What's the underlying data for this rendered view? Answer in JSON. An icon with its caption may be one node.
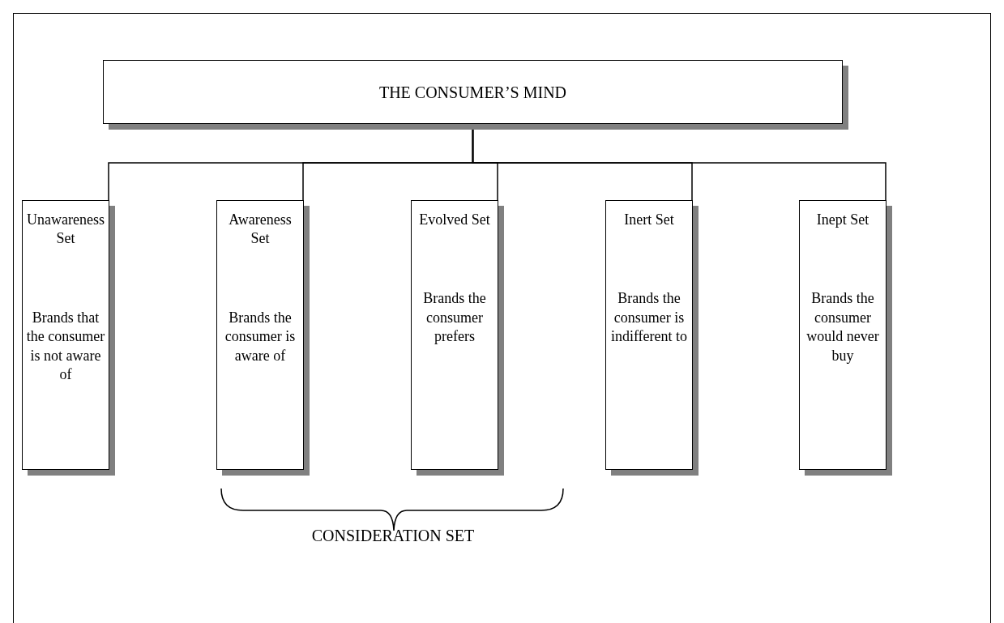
{
  "diagram": {
    "nodes": [
      {
        "text": [
          "THE CONSUMER’S MIND"
        ]
      },
      {
        "text": [
          "Unawareness Set",
          "Brands that the consumer is not aware of"
        ]
      },
      {
        "text": [
          "Awareness Set",
          "Brands the consumer is aware of"
        ]
      },
      {
        "text": [
          "Evolved Set",
          "Brands the consumer prefers"
        ]
      },
      {
        "text": [
          "Inert Set",
          "Brands the consumer is indifferent to"
        ]
      },
      {
        "text": [
          "Inept Set",
          "Brands the consumer would never buy"
        ]
      }
    ],
    "edges": [
      {
        "from": 0,
        "to": 1,
        "arrow": "none"
      },
      {
        "from": 0,
        "to": 2,
        "arrow": "none"
      },
      {
        "from": 0,
        "to": 3,
        "arrow": "none"
      },
      {
        "from": 0,
        "to": 4,
        "arrow": "none"
      },
      {
        "from": 0,
        "to": 5,
        "arrow": "none"
      }
    ],
    "labels": [
      "CONSIDERATION SET"
    ]
  }
}
